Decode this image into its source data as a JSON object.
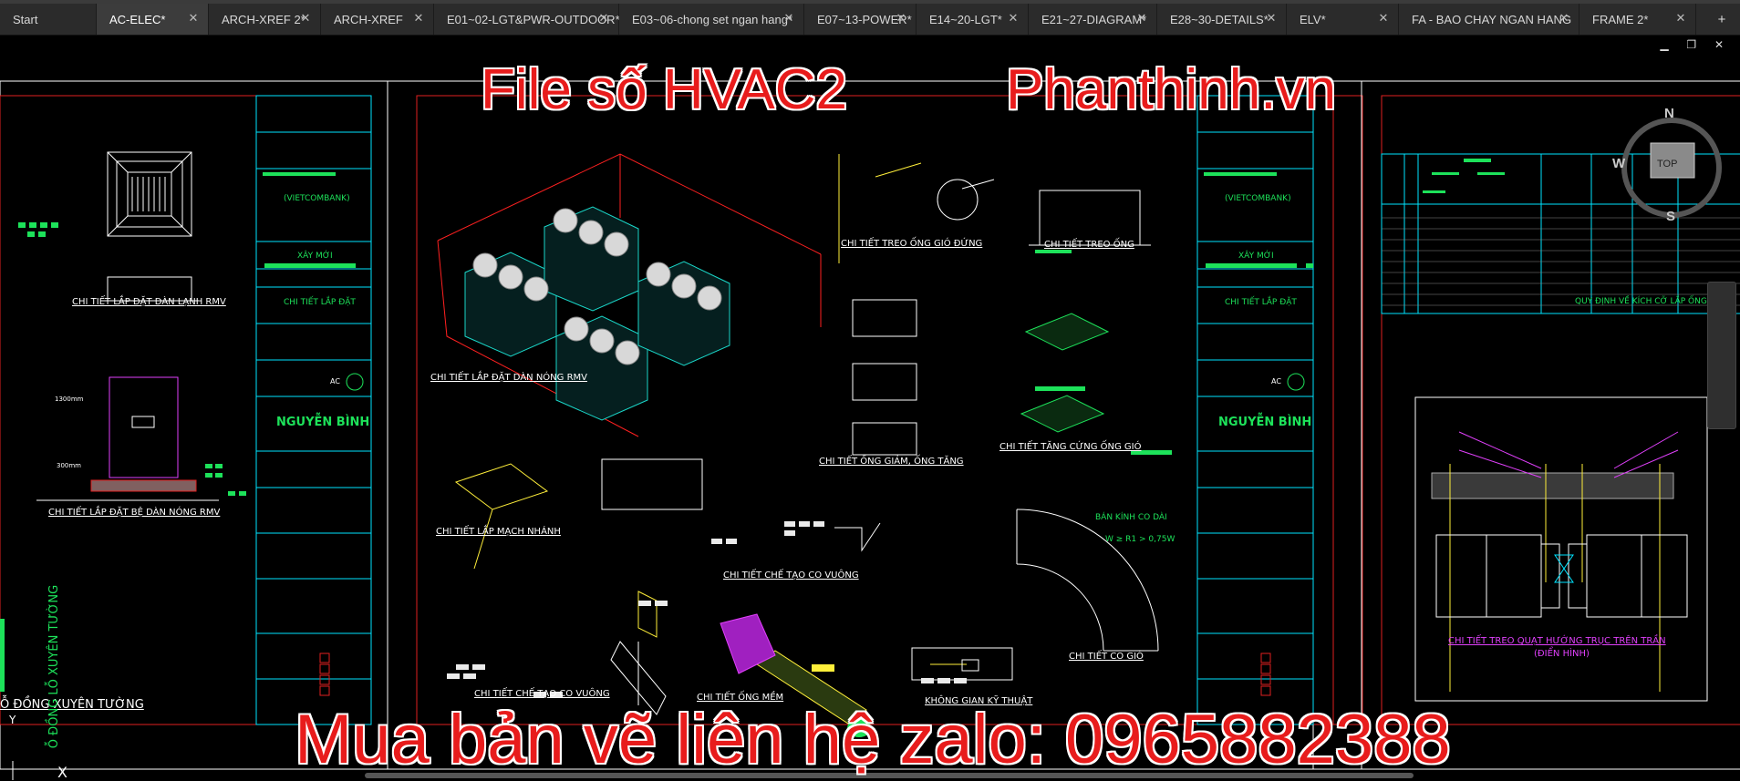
{
  "tabs": [
    {
      "label": "Start",
      "active": false,
      "closable": false
    },
    {
      "label": "AC-ELEC*",
      "active": true,
      "closable": true
    },
    {
      "label": "ARCH-XREF 2*",
      "active": false,
      "closable": true
    },
    {
      "label": "ARCH-XREF",
      "active": false,
      "closable": true
    },
    {
      "label": "E01~02-LGT&PWR-OUTDOOR*",
      "active": false,
      "closable": true
    },
    {
      "label": "E03~06-chong set ngan hang*",
      "active": false,
      "closable": true
    },
    {
      "label": "E07~13-POWER*",
      "active": false,
      "closable": true
    },
    {
      "label": "E14~20-LGT*",
      "active": false,
      "closable": true
    },
    {
      "label": "E21~27-DIAGRAM*",
      "active": false,
      "closable": true
    },
    {
      "label": "E28~30-DETAILS*",
      "active": false,
      "closable": true
    },
    {
      "label": "ELV*",
      "active": false,
      "closable": true
    },
    {
      "label": "FA - BAO CHAY NGAN HANG",
      "active": false,
      "closable": true
    },
    {
      "label": "FRAME 2*",
      "active": false,
      "closable": true
    }
  ],
  "tab_add_icon": "+",
  "watermark": {
    "file": "File số HVAC2",
    "site": "Phanthinh.vn",
    "contact": "Mua bản vẽ liên hệ zalo: 0965882388"
  },
  "drawing_labels": {
    "rmv_indoor": "CHI TIẾT LẮP ĐẶT DÀN LẠNH RMV",
    "rmv_base": "CHI TIẾT LẮP ĐẶT BỆ DÀN NÓNG RMV",
    "rmv_outdoor": "CHI TIẾT LẮP ĐẶT DÀN NÓNG RMV",
    "duct_vertical": "CHI TIẾT TREO ỐNG GIÓ ĐỨNG",
    "duct_hang": "CHI TIẾT TREO ỐNG",
    "duct_reducer": "CHI TIẾT ỐNG GIẢM, ỐNG TĂNG",
    "duct_stiffener": "CHI TIẾT TĂNG CỨNG ỐNG GIÓ",
    "branch": "CHI TIẾT LẮP MẠCH NHÁNH",
    "square_elbow": "CHI TIẾT CHẾ TẠO CO VUÔNG",
    "elbow": "CHI TIẾT CHẾ TẠO CO VUÔNG",
    "flex_duct": "CHI TIẾT ỐNG MỀM",
    "duct_elbow": "CHI TIẾT CO GIÓ",
    "tech_space": "KHÔNG GIAN KỸ THUẬT",
    "fire_wall": "Ỗ ĐỒNG XUYÊN TƯỜNG",
    "fan_hang": "CHI TIẾT TREO QUẠT HƯỚNG TRỤC TRÊN TRẦN",
    "fan_hang_sub": "(ĐIỂN HÌNH)",
    "duct_size_rule": "QUY ĐỊNH VỀ KÍCH CỠ LẮP ỐNG GIÓ",
    "wall_vertical": "Ỗ ĐỒNG LỖ XUYÊN TƯỜNG",
    "title_ac": "AC",
    "name_1": "NGUYỄN BÌNH",
    "name_2": "NGUYỄN BÌNH",
    "xay_moi_1": "XÂY MỚI",
    "xay_moi_2": "XÂY MỚI",
    "chi_tiet_1": "CHI TIẾT LẮP ĐẶT",
    "chi_tiet_2": "CHI TIẾT LẮP ĐẶT",
    "vcb_1": "(VIETCOMBANK)",
    "vcb_2": "(VIETCOMBANK)",
    "dim_1": "1300mm",
    "dim_2": "300mm",
    "radius": "W ≥ R1 > 0,75W",
    "ban_kinh": "BÁN KÍNH CO DÀI"
  },
  "compass": {
    "n": "N",
    "s": "S",
    "w": "W",
    "top": "TOP"
  },
  "ucs": {
    "y": "Y",
    "x": "X"
  },
  "window_controls": "▁ ❐ ✕"
}
